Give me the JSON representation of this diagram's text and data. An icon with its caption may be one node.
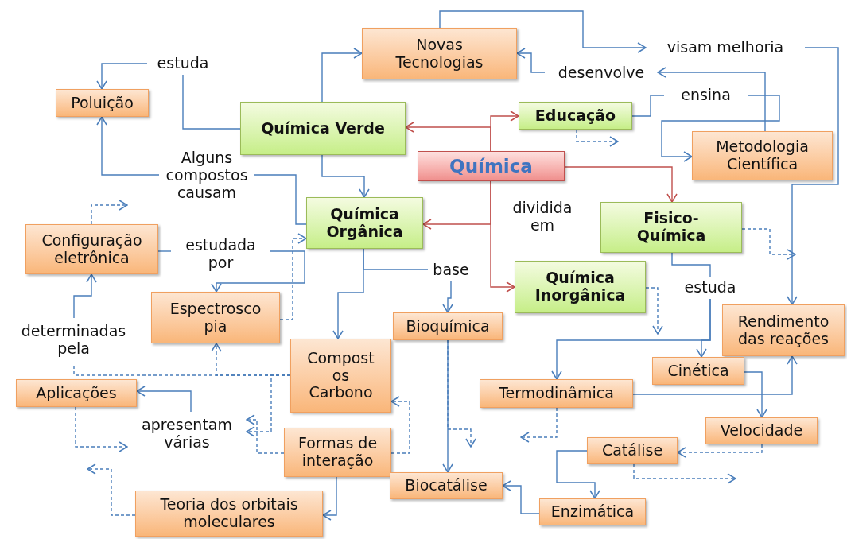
{
  "diagram": {
    "nodes": [
      {
        "text": [
          "Química"
        ]
      },
      {
        "text": [
          "Química Verde"
        ]
      },
      {
        "text": [
          "Educação"
        ]
      },
      {
        "text": [
          "Novas Tecnologias"
        ]
      },
      {
        "text": [
          "Poluição"
        ]
      },
      {
        "text": [
          "Metodologia Científica"
        ]
      },
      {
        "text": [
          "Química Orgânica"
        ]
      },
      {
        "text": [
          "Fisico-Química"
        ]
      },
      {
        "text": [
          "Química Inorgânica"
        ]
      },
      {
        "text": [
          "Configuração eletrônica"
        ]
      },
      {
        "text": [
          "Espectrosco pia"
        ]
      },
      {
        "text": [
          "Compost os Carbono"
        ]
      },
      {
        "text": [
          "Bioquímica"
        ]
      },
      {
        "text": [
          "Rendimento das reações"
        ]
      },
      {
        "text": [
          "Cinética"
        ]
      },
      {
        "text": [
          "Aplicações"
        ]
      },
      {
        "text": [
          "Termodinâmica"
        ]
      },
      {
        "text": [
          "Velocidade"
        ]
      },
      {
        "text": [
          "Formas de interação"
        ]
      },
      {
        "text": [
          "Catálise"
        ]
      },
      {
        "text": [
          "Biocatálise"
        ]
      },
      {
        "text": [
          "Teoria dos orbitais moleculares"
        ]
      },
      {
        "text": [
          "Enzimática"
        ]
      },
      {
        "text": [
          "estuda"
        ]
      },
      {
        "text": [
          "visam melhoria"
        ]
      },
      {
        "text": [
          "desenvolve"
        ]
      },
      {
        "text": [
          "ensina"
        ]
      },
      {
        "text": [
          "Alguns compostos causam"
        ]
      },
      {
        "text": [
          "estudada por"
        ]
      },
      {
        "text": [
          "base"
        ]
      },
      {
        "text": [
          "estuda"
        ]
      },
      {
        "text": [
          "determinadas pela"
        ]
      },
      {
        "text": [
          "apresentam várias"
        ]
      }
    ],
    "edges": [
      {
        "from": 0,
        "to": 1,
        "arrow": "to",
        "color": "#c0504d"
      },
      {
        "from": 0,
        "to": 2,
        "arrow": "to",
        "color": "#c0504d"
      },
      {
        "from": 0,
        "to": 6,
        "arrow": "to",
        "color": "#c0504d"
      },
      {
        "from": 0,
        "to": 8,
        "arrow": "to",
        "color": "#c0504d"
      },
      {
        "from": 0,
        "to": 7,
        "arrow": "to",
        "color": "#c0504d"
      },
      {
        "from": 1,
        "to": 3,
        "arrow": "to"
      },
      {
        "from": 1,
        "to": 23,
        "arrow": "none"
      },
      {
        "from": 23,
        "to": 4,
        "arrow": "to"
      },
      {
        "from": 1,
        "to": 6,
        "arrow": "to"
      },
      {
        "from": 6,
        "to": 27,
        "arrow": "none"
      },
      {
        "from": 27,
        "to": 4,
        "arrow": "to"
      },
      {
        "from": 3,
        "to": 24,
        "arrow": "to"
      },
      {
        "from": 24,
        "to": 13,
        "arrow": "to"
      },
      {
        "from": 5,
        "to": 25,
        "arrow": "to"
      },
      {
        "from": 25,
        "to": 3,
        "arrow": "to"
      },
      {
        "from": 2,
        "to": 26,
        "arrow": "none"
      },
      {
        "from": 26,
        "to": 5,
        "arrow": "to"
      },
      {
        "from": 2,
        "to": null,
        "arrow": "to",
        "style": "dashed"
      },
      {
        "from": 7,
        "to": null,
        "arrow": "to",
        "style": "dashed"
      },
      {
        "from": 7,
        "to": 30,
        "arrow": "none"
      },
      {
        "from": 30,
        "to": 14,
        "arrow": "to"
      },
      {
        "from": 30,
        "to": 16,
        "arrow": "to"
      },
      {
        "from": 8,
        "to": null,
        "arrow": "to",
        "style": "dashed"
      },
      {
        "from": 6,
        "to": 29,
        "arrow": "none"
      },
      {
        "from": 29,
        "to": 12,
        "arrow": "to"
      },
      {
        "from": 6,
        "to": 11,
        "arrow": "to"
      },
      {
        "from": 12,
        "to": 20,
        "arrow": "to"
      },
      {
        "from": 12,
        "to": null,
        "arrow": "to",
        "style": "dashed"
      },
      {
        "from": 16,
        "to": null,
        "arrow": "to",
        "style": "dashed"
      },
      {
        "from": 16,
        "to": 13,
        "arrow": "to"
      },
      {
        "from": 14,
        "to": 17,
        "arrow": "to"
      },
      {
        "from": 17,
        "to": 19,
        "arrow": "to",
        "style": "dashed"
      },
      {
        "from": 19,
        "to": null,
        "arrow": "to",
        "style": "dashed"
      },
      {
        "from": 19,
        "to": 22,
        "arrow": "to"
      },
      {
        "from": 22,
        "to": 20,
        "arrow": "to"
      },
      {
        "from": 9,
        "to": null,
        "arrow": "to",
        "style": "dashed"
      },
      {
        "from": 9,
        "to": 28,
        "arrow": "none"
      },
      {
        "from": 28,
        "to": 10,
        "arrow": "to"
      },
      {
        "from": 10,
        "to": 6,
        "arrow": "to",
        "style": "dashed"
      },
      {
        "from": 11,
        "to": 10,
        "arrow": "to",
        "style": "dashed"
      },
      {
        "from": 11,
        "to": 31,
        "arrow": "none",
        "style": "dashed"
      },
      {
        "from": 11,
        "to": 32,
        "arrow": "to",
        "style": "dashed"
      },
      {
        "from": 18,
        "to": 32,
        "arrow": "to",
        "style": "dashed"
      },
      {
        "from": 31,
        "to": 9,
        "arrow": "to"
      },
      {
        "from": 32,
        "to": 15,
        "arrow": "to"
      },
      {
        "from": 15,
        "to": 32,
        "arrow": "to",
        "style": "dashed"
      },
      {
        "from": 21,
        "to": null,
        "arrow": "to",
        "style": "dashed"
      },
      {
        "from": 18,
        "to": 21,
        "arrow": "to"
      },
      {
        "from": 18,
        "to": 11,
        "arrow": "to",
        "style": "dashed"
      }
    ],
    "labels": [
      "dividida em"
    ]
  }
}
